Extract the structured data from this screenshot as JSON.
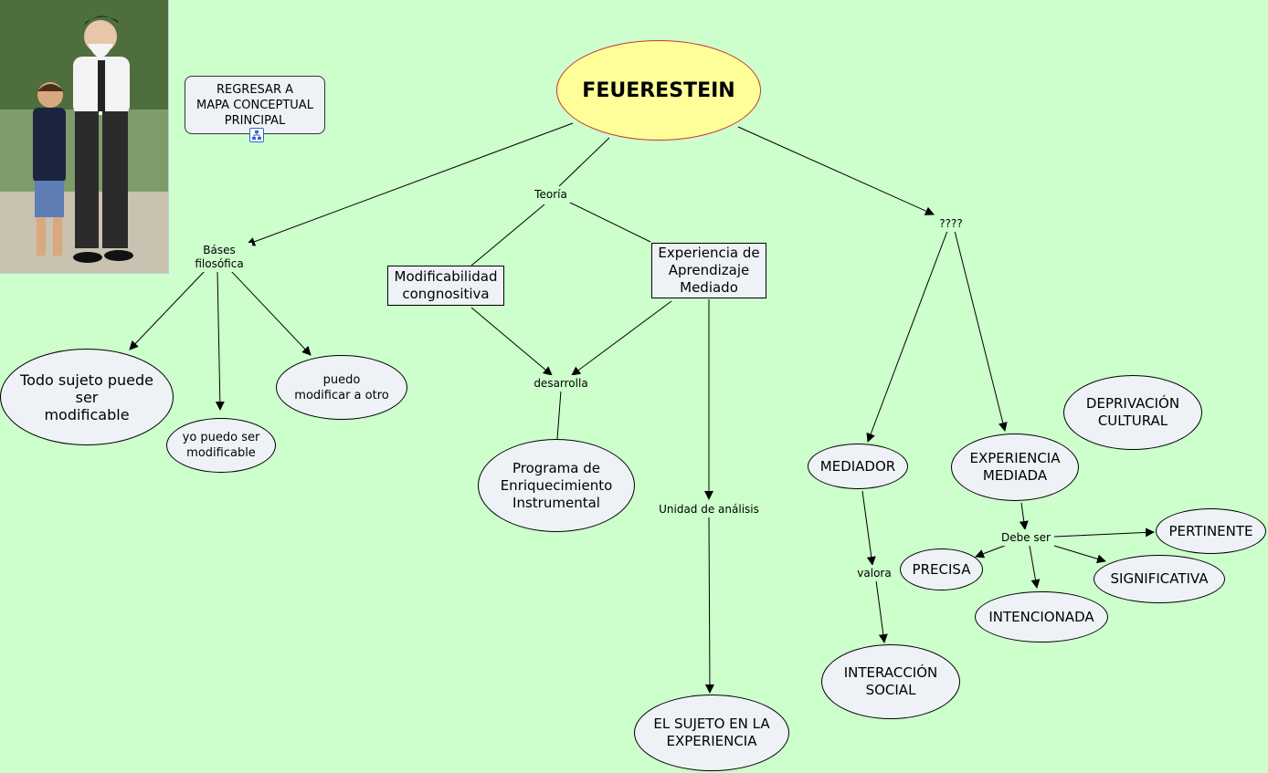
{
  "colors": {
    "background": "#ccffcc",
    "node_fill": "#eef2f6",
    "root_fill": "#ffff99",
    "root_border": "#cc3333",
    "edge": "#000000"
  },
  "photo": {
    "icon": "photo-elder-and-child"
  },
  "back_button": {
    "lines": [
      "REGRESAR A",
      "MAPA CONCEPTUAL",
      "PRINCIPAL"
    ],
    "icon": "concept-map-link-icon"
  },
  "root": {
    "label": "FEUERESTEIN"
  },
  "links": {
    "teoria": [
      "Teoría"
    ],
    "bases": [
      "Báses",
      "filosófica"
    ],
    "desarrolla": [
      "desarrolla"
    ],
    "unidad": [
      "Unidad de análisis"
    ],
    "q": [
      "????"
    ],
    "valora": [
      "valora"
    ],
    "debe_ser": [
      "Debe ser"
    ]
  },
  "concepts": {
    "todo_sujeto": [
      "Todo sujeto puede",
      "ser",
      "modificable"
    ],
    "yo_puedo": [
      "yo puedo ser",
      "modificable"
    ],
    "puedo_modificar": [
      "puedo",
      "modificar a otro"
    ],
    "modificabilidad": [
      "Modificabilidad",
      "congnositiva"
    ],
    "experiencia_aprendizaje": [
      "Experiencia de",
      "Aprendizaje",
      "Mediado"
    ],
    "programa": [
      "Programa de",
      "Enriquecimiento",
      "Instrumental"
    ],
    "sujeto_experiencia": [
      "EL SUJETO EN LA",
      "EXPERIENCIA"
    ],
    "mediador": [
      "MEDIADOR"
    ],
    "experiencia_mediada": [
      "EXPERIENCIA",
      "MEDIADA"
    ],
    "deprivacion": [
      "DEPRIVACIÓN",
      "CULTURAL"
    ],
    "interaccion": [
      "INTERACCIÓN",
      "SOCIAL"
    ],
    "pertinente": [
      "PERTINENTE"
    ],
    "precisa": [
      "PRECISA"
    ],
    "significativa": [
      "SIGNIFICATIVA"
    ],
    "intencionada": [
      "INTENCIONADA"
    ]
  }
}
